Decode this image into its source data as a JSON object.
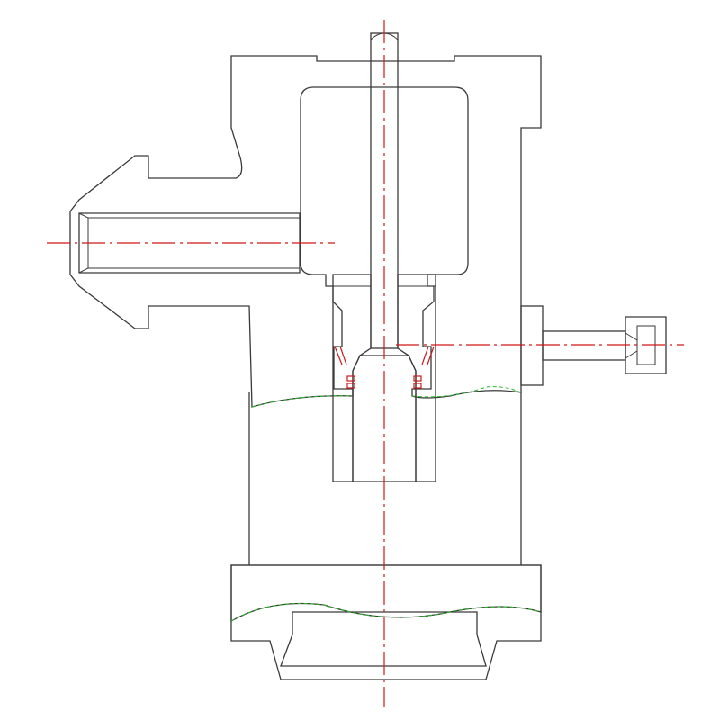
{
  "drawing": {
    "kind": "valve-body-cross-section",
    "colors": {
      "background": "#ffffff",
      "outline": "#3a3a3a",
      "body_hatch": "#3fc23f",
      "body_fill": "#eefbe6",
      "seat_hatch": "#b02db0",
      "seat_fill": "#e6a2e6",
      "centerline": "#d01818",
      "break_line": "#22c022"
    },
    "parts": [
      {
        "name": "valve-body",
        "hatch": "green-diagonal"
      },
      {
        "name": "inlet-port",
        "hatch": "green-diagonal"
      },
      {
        "name": "stem",
        "hatch": "none"
      },
      {
        "name": "seat-bushing",
        "hatch": "magenta-diagonal"
      },
      {
        "name": "side-plug-fitting",
        "hatch": "none"
      },
      {
        "name": "bottom-flange",
        "hatch": "green-diagonal"
      }
    ]
  }
}
